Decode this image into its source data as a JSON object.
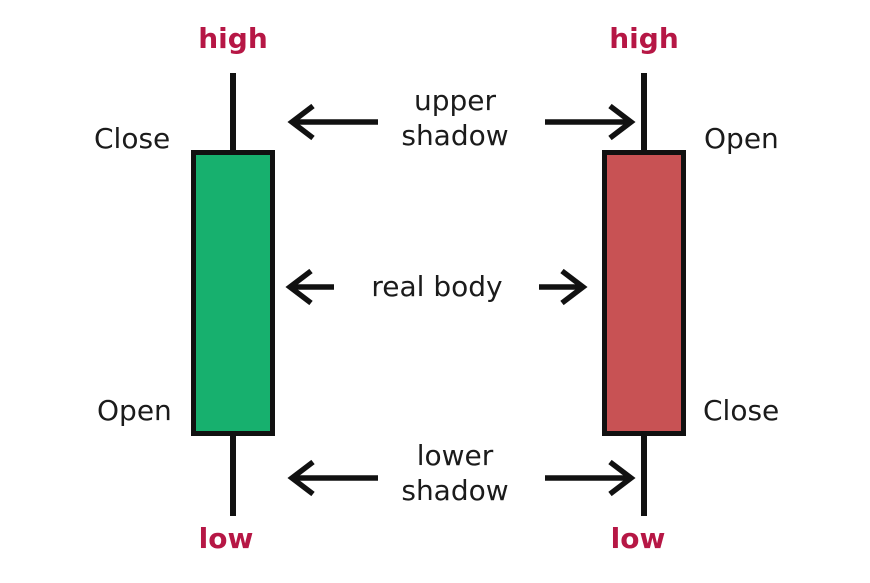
{
  "diagram": {
    "subject": "candlestick-anatomy"
  },
  "colors": {
    "bullish_body": "#17b06e",
    "bearish_body": "#c85254",
    "outline": "#111111",
    "high_low_text": "#b61745",
    "label_text": "#1b1b1b",
    "background": "#ffffff"
  },
  "bullish_candle": {
    "high": "high",
    "low": "low",
    "top": "Close",
    "bottom": "Open"
  },
  "bearish_candle": {
    "high": "high",
    "low": "low",
    "top": "Open",
    "bottom": "Close"
  },
  "annotations": {
    "upper_shadow": {
      "line1": "upper",
      "line2": "shadow"
    },
    "real_body": {
      "label": "real body"
    },
    "lower_shadow": {
      "line1": "lower",
      "line2": "shadow"
    }
  }
}
